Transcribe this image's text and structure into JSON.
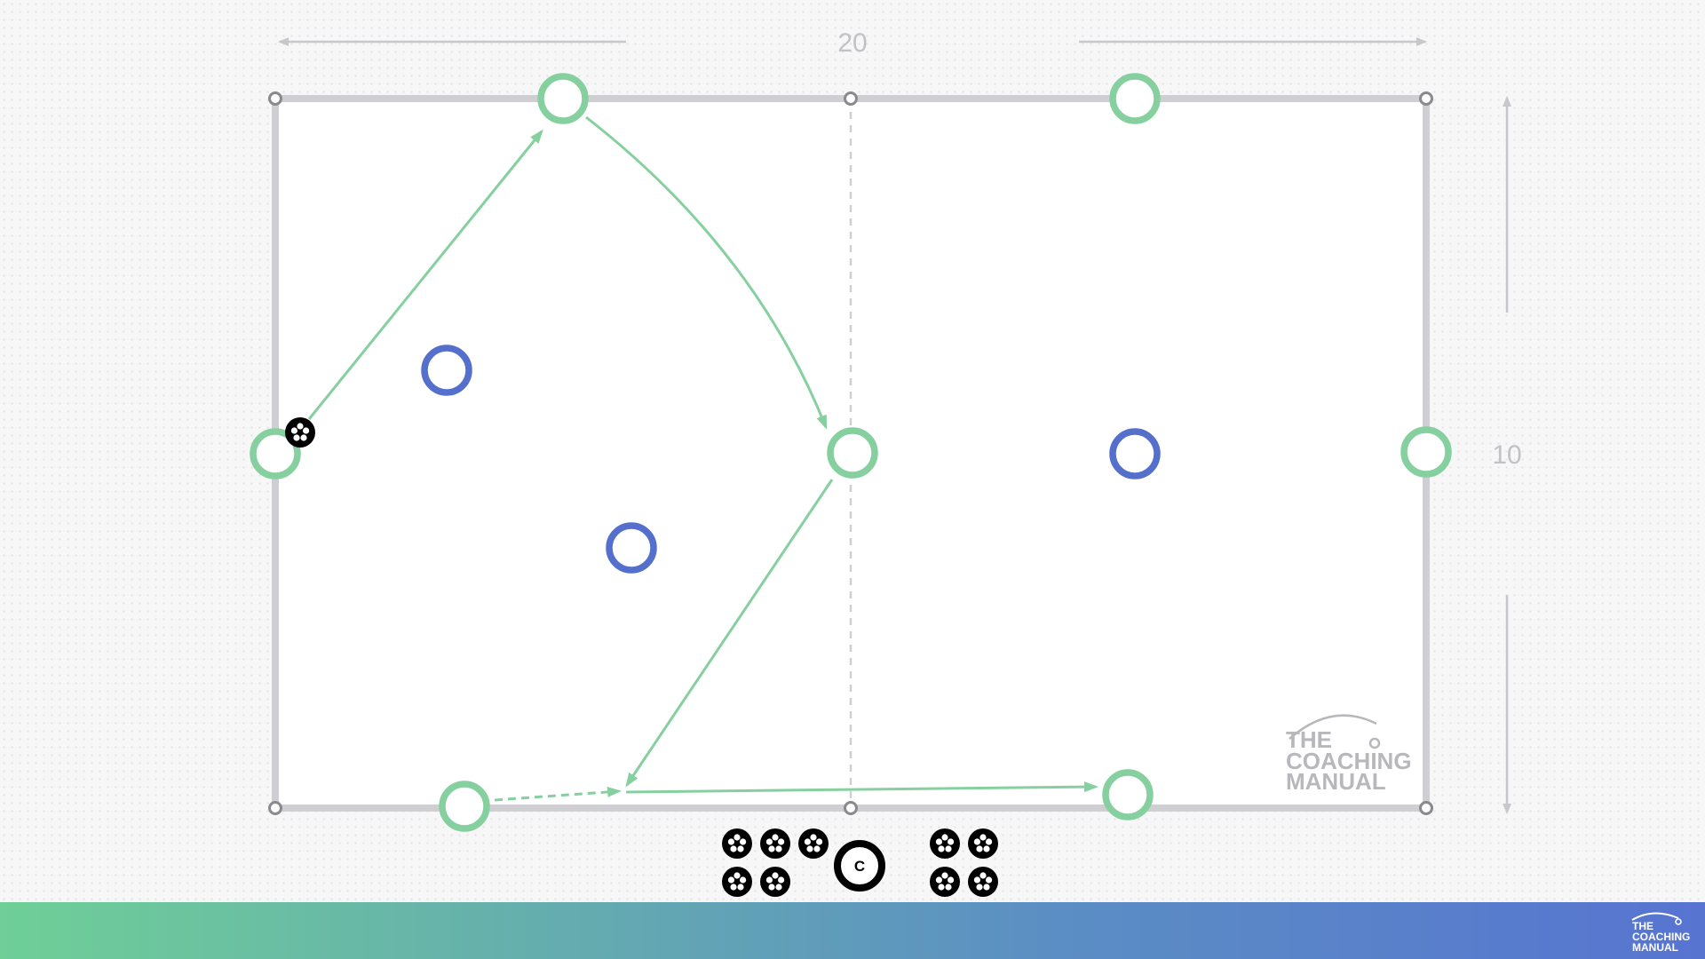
{
  "pitch": {
    "width_label": "20",
    "height_label": "10"
  },
  "coach": {
    "label": "C"
  },
  "watermark": {
    "line1": "THE",
    "line2": "COACHING",
    "line3": "MANUAL"
  },
  "footer": {
    "logo_line1": "THE",
    "logo_line2": "COACHING",
    "logo_line3": "MANUAL"
  },
  "colors": {
    "attacker": "#86d0a0",
    "defender": "#5470cc",
    "pitch_line": "#cfcfd3",
    "ball": "#000000"
  },
  "icons": {
    "attacker": "green-ring-player-icon",
    "defender": "blue-ring-player-icon",
    "ball": "soccer-ball-icon",
    "coach": "coach-icon",
    "cone": "cone-marker-icon"
  }
}
